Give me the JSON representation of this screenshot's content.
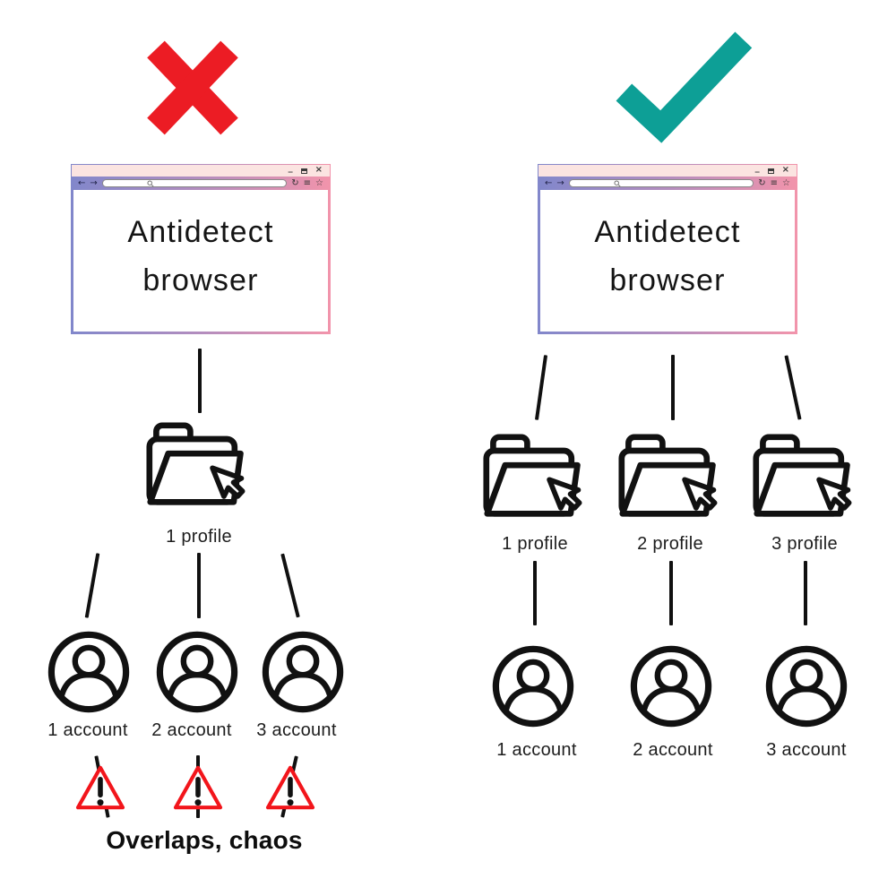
{
  "diagram": {
    "title_semantic": "Antidetect browser: one profile for many accounts (bad) vs one profile per account (good)"
  },
  "colors": {
    "cross_red": "#EC1C24",
    "check_teal": "#0D9F96",
    "warning_red": "#F2151B",
    "frame_blue": "#8187CB",
    "frame_pink": "#F294AB",
    "titlebar_pink": "#FBE4E1",
    "ink": "#111111"
  },
  "browser": {
    "title_text": "Antidetect browser",
    "chrome": {
      "minimize": "_",
      "close": "×",
      "back": "←",
      "forward": "→",
      "refresh": "↻",
      "menu": "≡",
      "bookmark": "☆"
    }
  },
  "left_panel": {
    "verdict": "bad",
    "verdict_icon": "x-mark-icon",
    "profiles": [
      {
        "label": "1 profile"
      }
    ],
    "accounts": [
      {
        "label": "1 account"
      },
      {
        "label": "2 account"
      },
      {
        "label": "3 account"
      }
    ],
    "warning_icons": [
      "warning-triangle-icon",
      "warning-triangle-icon",
      "warning-triangle-icon"
    ],
    "caption": "Overlaps, chaos"
  },
  "right_panel": {
    "verdict": "good",
    "verdict_icon": "check-mark-icon",
    "profiles": [
      {
        "label": "1 profile"
      },
      {
        "label": "2 profile"
      },
      {
        "label": "3 profile"
      }
    ],
    "accounts": [
      {
        "label": "1 account"
      },
      {
        "label": "2 account"
      },
      {
        "label": "3 account"
      }
    ]
  }
}
